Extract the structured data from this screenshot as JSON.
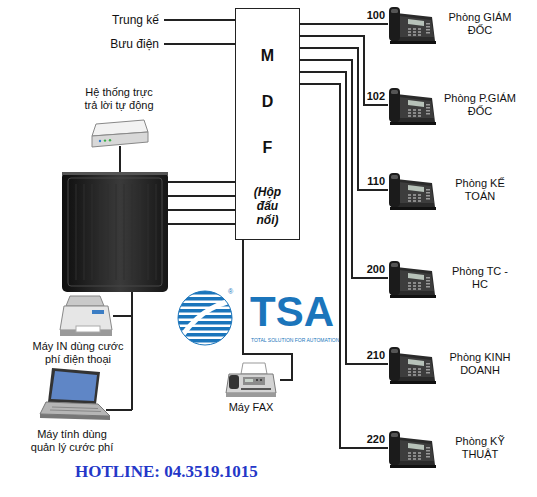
{
  "diagram": {
    "nodes": [
      {
        "text": [
          "Trung kế Bưu điện"
        ]
      },
      {
        "text": [
          "Hệ thống trực trả lời tự động"
        ]
      },
      {
        "text": [
          "M",
          "D",
          "F",
          "(Hộp đấu nối)"
        ]
      },
      {
        "text": [
          "Máy IN dùng cước phí điện thoại"
        ]
      },
      {
        "text": [
          "Máy tính dùng quản lý cước phí"
        ]
      },
      {
        "text": [
          "Máy FAX"
        ]
      },
      {
        "text": [
          "Phòng GIÁM ĐỐC"
        ]
      },
      {
        "text": [
          "Phòng P.GIÁM ĐỐC"
        ]
      },
      {
        "text": [
          "Phòng KẾ TOÁN"
        ]
      },
      {
        "text": [
          "Phòng TC - HC"
        ]
      },
      {
        "text": [
          "Phòng KINH DOANH"
        ]
      },
      {
        "text": [
          "Phòng KỸ THUẬT"
        ]
      }
    ],
    "edges": [
      {
        "from": 0,
        "to": 2,
        "arrow": "none"
      },
      {
        "from": 0,
        "to": 2,
        "arrow": "none"
      },
      {
        "from": 2,
        "to": 6,
        "label": "100",
        "arrow": "none"
      },
      {
        "from": 2,
        "to": 7,
        "label": "102",
        "arrow": "none"
      },
      {
        "from": 2,
        "to": 8,
        "label": "110",
        "arrow": "none"
      },
      {
        "from": 2,
        "to": 9,
        "label": "200",
        "arrow": "none"
      },
      {
        "from": 2,
        "to": 10,
        "label": "210",
        "arrow": "none"
      },
      {
        "from": 2,
        "to": 11,
        "label": "220",
        "arrow": "none"
      },
      {
        "from": 2,
        "to": 5,
        "arrow": "none"
      }
    ],
    "labels": [
      "TSA",
      "®",
      "TOTAL SOLUTION FOR AUTOMATION",
      "HOTLINE: 04.3519.1015"
    ]
  }
}
